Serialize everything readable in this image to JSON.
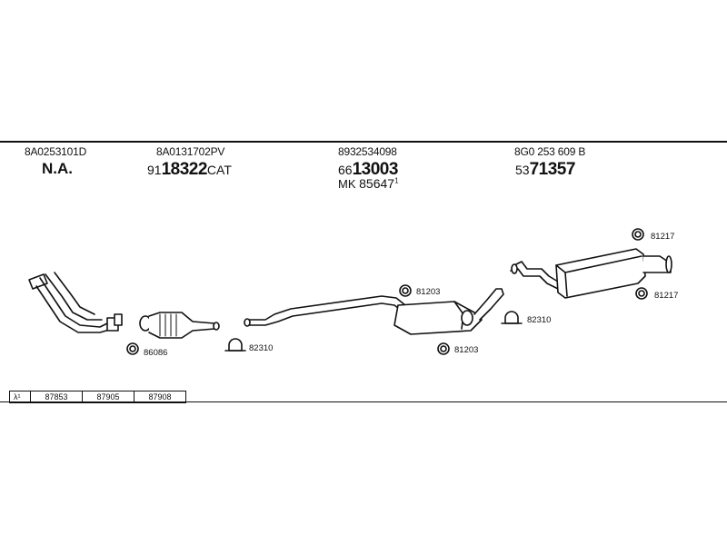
{
  "columns": [
    {
      "part_no": "8A0253101D",
      "label_main": "N.A.",
      "prefix": "",
      "ref_bold": "",
      "suffix": ""
    },
    {
      "part_no": "8A0131702PV",
      "label_main": "",
      "prefix": "91",
      "ref_bold": "18322",
      "suffix": "CAT"
    },
    {
      "part_no": "8932534098",
      "label_main": "",
      "prefix": "66",
      "ref_bold": "13003",
      "suffix": "",
      "extra_prefix": "MK",
      "extra_value": "85647",
      "extra_sup": "1"
    },
    {
      "part_no": "8G0 253 609 B",
      "label_main": "",
      "prefix": "53",
      "ref_bold": "71357",
      "suffix": ""
    }
  ],
  "callouts": {
    "c1": "81217",
    "c2": "81217",
    "c3": "81203",
    "c4": "81203",
    "c5": "82310",
    "c6": "82310",
    "c7": "86086"
  },
  "lambda_table": {
    "symbol": "λ¹",
    "values": [
      "87853",
      "87905",
      "87908"
    ]
  },
  "icons": {
    "gasket": "ring-gasket-icon",
    "clamp": "u-clamp-icon"
  }
}
